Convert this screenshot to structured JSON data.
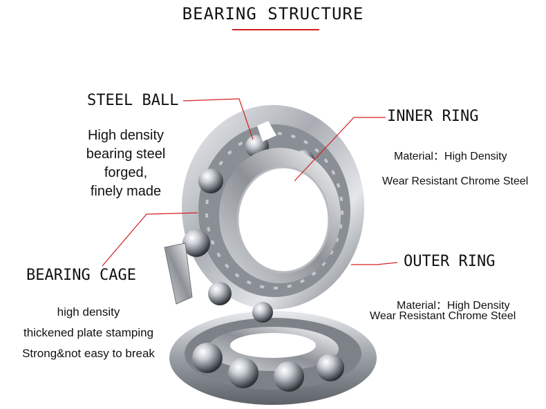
{
  "title": "BEARING STRUCTURE",
  "labels": {
    "steel_ball": {
      "heading": "STEEL BALL",
      "lines": [
        "High density",
        "bearing steel",
        "forged,",
        "finely made"
      ]
    },
    "inner_ring": {
      "heading": "INNER RING",
      "lines": [
        "Material：High Density",
        "Wear Resistant Chrome Steel"
      ]
    },
    "outer_ring": {
      "heading": "OUTER RING",
      "lines": [
        "Material：High Density",
        "Wear Resistant Chrome Steel"
      ]
    },
    "bearing_cage": {
      "heading": "BEARING CAGE",
      "lines": [
        "high density",
        "thickened plate stamping",
        "Strong&not easy to break"
      ]
    }
  },
  "colors": {
    "leader_line": "#d21f1f",
    "title_rule": "#d21f1f",
    "text": "#111111"
  }
}
